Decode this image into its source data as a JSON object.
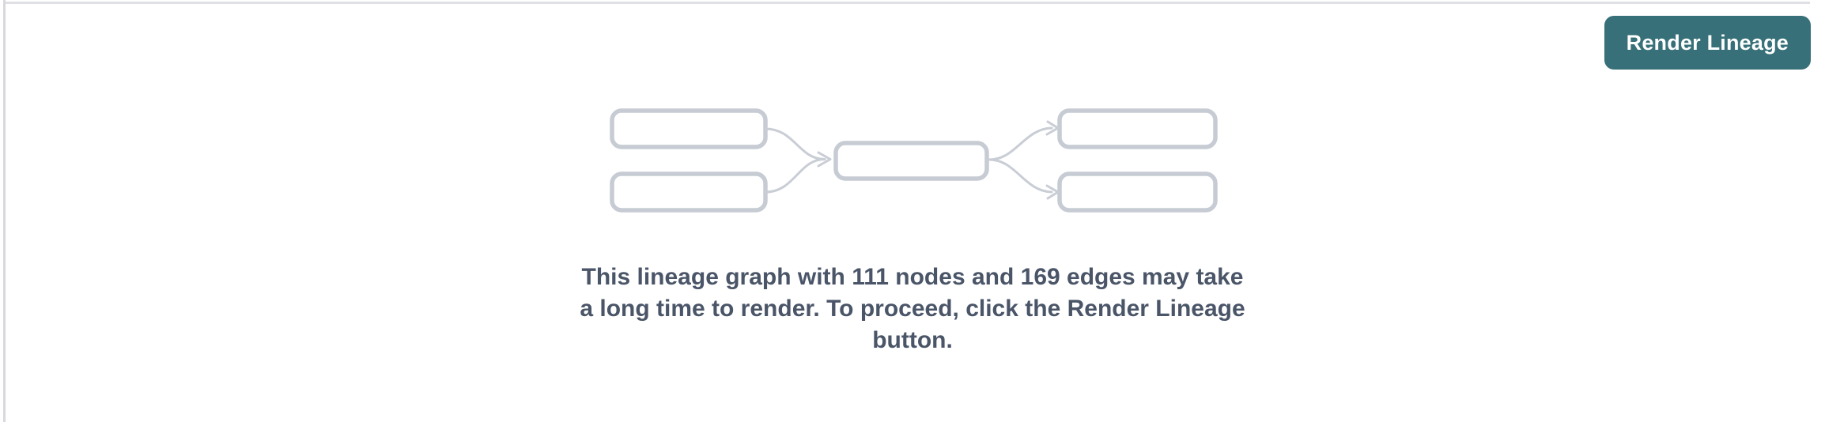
{
  "page": {
    "background": "#ffffff",
    "borders": {
      "top_color": "#dfe0e3",
      "left_color": "#d8d9dc"
    }
  },
  "header": {
    "render_button": {
      "label": "Render Lineage",
      "bg": "#377078",
      "text_color": "#ffffff"
    }
  },
  "empty_state": {
    "illustration": {
      "name": "lineage-graph-placeholder",
      "node_box_count": 5,
      "box_border_color": "#c7ccd4",
      "arrow_color": "#c9cdd5",
      "box_fill": "#ffffff"
    },
    "message": {
      "lines": [
        "This lineage graph with 111 nodes and 169 edges may take",
        "a long time to render. To proceed, click the Render Lineage",
        "button."
      ],
      "full_text": "This lineage graph with 111 nodes and 169 edges may take a long time to render. To proceed, click the Render Lineage button.",
      "node_count": 111,
      "edge_count": 169,
      "text_color": "#4a5568"
    }
  }
}
